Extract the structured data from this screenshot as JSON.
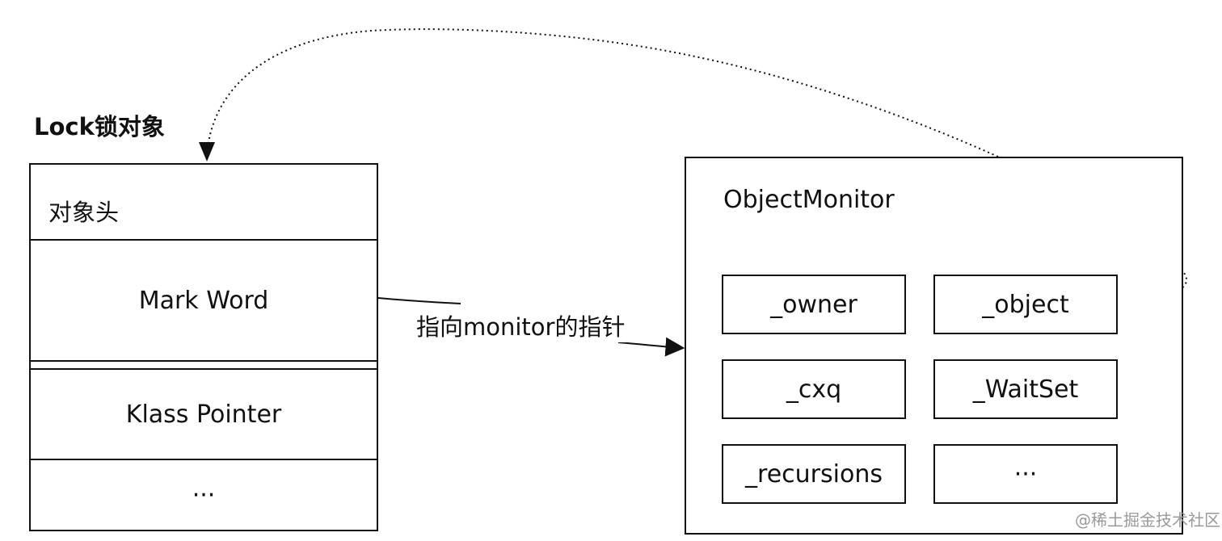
{
  "lock_object": {
    "title": "Lock锁对象",
    "header_label": "对象头",
    "rows": [
      "Mark Word",
      "Klass Pointer",
      "···"
    ]
  },
  "object_monitor": {
    "title": "ObjectMonitor",
    "fields": [
      "_owner",
      "_object",
      "_cxq",
      "_WaitSet",
      "_recursions",
      "···"
    ]
  },
  "pointer_label": "指向monitor的指针",
  "watermark": "@稀土掘金技术社区"
}
